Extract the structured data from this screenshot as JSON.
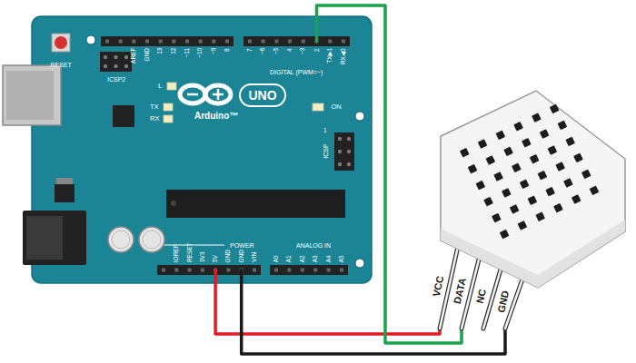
{
  "diagram": {
    "nodes": [
      {
        "text": [
          "RESET",
          "ICSP2",
          "AREF",
          "GND",
          "13",
          "12",
          "~11",
          "~10",
          "~9",
          "8",
          "7",
          "~6",
          "~5",
          "4",
          "~3",
          "2",
          "TX▶1",
          "RX◀0",
          "DIGITAL (PWM=~)",
          "L",
          "TX",
          "RX",
          "UNO",
          "Arduino™",
          "ON",
          "1",
          "ICSP",
          "IOREF",
          "RESET",
          "3V3",
          "5V",
          "GND",
          "GND",
          "VIN",
          "POWER",
          "ANALOG IN",
          "A0",
          "A1",
          "A2",
          "A3",
          "A4",
          "A5"
        ]
      },
      {
        "text": [
          "VCC",
          "DATA",
          "NC",
          "GND"
        ]
      }
    ],
    "edges": [
      {
        "from": 0,
        "to": 1,
        "arrow": "none"
      },
      {
        "from": 0,
        "to": 1,
        "arrow": "none"
      },
      {
        "from": 0,
        "to": 1,
        "arrow": "none"
      }
    ]
  }
}
